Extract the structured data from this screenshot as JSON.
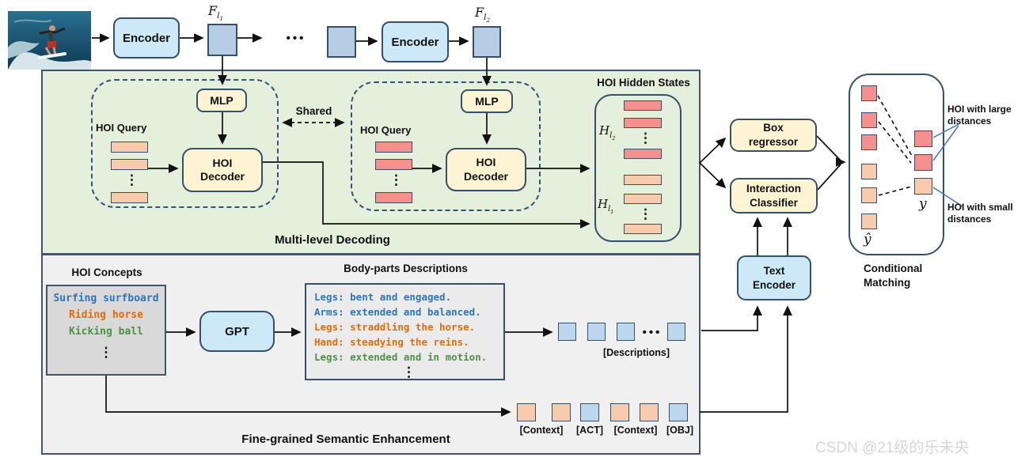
{
  "top_row": {
    "encoder_label": "Encoder",
    "f1": {
      "base": "F",
      "sub": "l",
      "idx": "1"
    },
    "f2": {
      "base": "F",
      "sub": "l",
      "idx": "2"
    },
    "hdots": "•••"
  },
  "decoding": {
    "panel_title": "Multi-level Decoding",
    "shared_label": "Shared",
    "mlp_label": "MLP",
    "query_label": "HOI Query",
    "decoder_label": "HOI Decoder",
    "vdots": "⋮",
    "hidden_states": {
      "title": "HOI Hidden States",
      "h2": {
        "base": "H",
        "sub": "l",
        "idx": "2"
      },
      "h1": {
        "base": "H",
        "sub": "l",
        "idx": "1"
      }
    }
  },
  "heads": {
    "box_regressor": "Box regressor",
    "interaction_classifier": "Interaction Classifier",
    "text_encoder": "Text Encoder"
  },
  "matching": {
    "title": "Conditional Matching",
    "pred_label": "ŷ",
    "gt_label": "y",
    "large_distance_label": "HOI with large distances",
    "small_distance_label": "HOI with small distances"
  },
  "semantic": {
    "panel_title": "Fine-grained Semantic Enhancement",
    "concepts_title": "HOI Concepts",
    "concepts": [
      {
        "text": "Surfing surfboard"
      },
      {
        "text": "Riding horse"
      },
      {
        "text": "Kicking ball"
      }
    ],
    "gpt_label": "GPT",
    "bodyparts_title": "Body-parts Descriptions",
    "bodyparts": [
      {
        "text": "Legs: bent and engaged."
      },
      {
        "text": "Arms: extended and balanced."
      },
      {
        "text": "Legs: straddling the horse."
      },
      {
        "text": "Hand: steadying the reins."
      },
      {
        "text": "Legs: extended and in motion."
      }
    ],
    "descriptions_label": "[Descriptions]",
    "token_labels": [
      "[Context]",
      "[ACT]",
      "[Context]",
      "[OBJ]"
    ]
  },
  "watermark": "CSDN @21级的乐未央",
  "colors": {
    "panel_green": "#E4EFDC",
    "panel_gray": "#F0F0F0",
    "box_blue": "#CDE8F7",
    "box_cream": "#FEF3D3",
    "bar_orange": "#F8CBAD",
    "bar_pink": "#F5908F",
    "square_blue": "#BDD7EE",
    "feature_square": "#B7CCE5",
    "text_blue": "#2E75B6",
    "text_orange": "#E36C0A",
    "text_green": "#4D9244",
    "callout_blue": "#4472C4",
    "border_dark": "#35506B"
  }
}
